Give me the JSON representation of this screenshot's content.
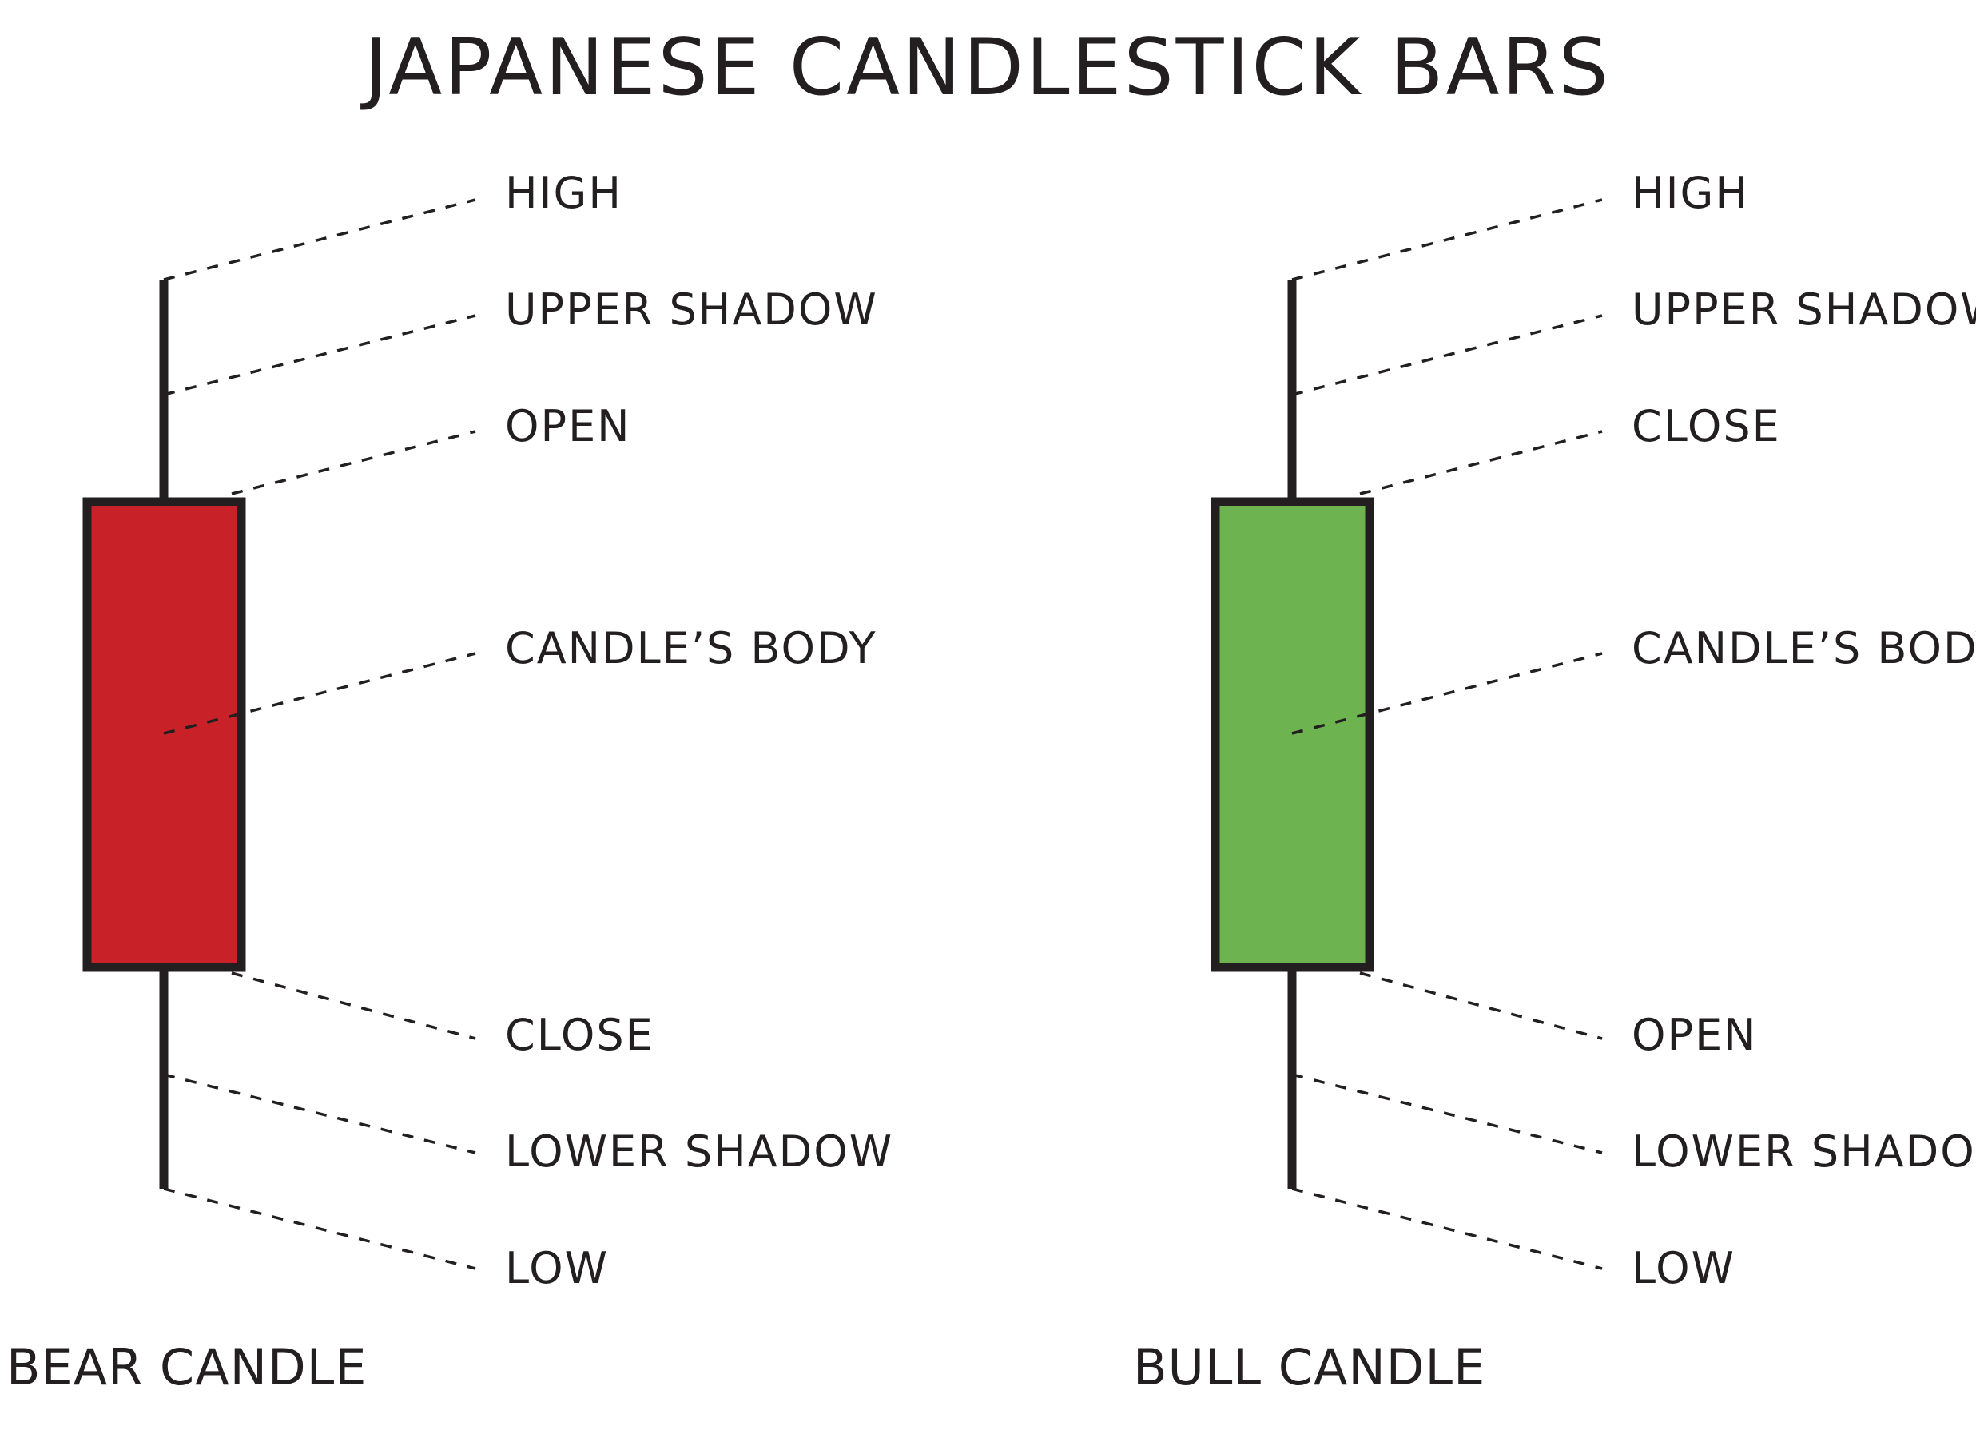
{
  "title": "JAPANESE CANDLESTICK BARS",
  "candles": [
    {
      "caption": "BEAR CANDLE",
      "body_color": "#c92128",
      "labels": {
        "high": "HIGH",
        "upper_shadow": "UPPER SHADOW",
        "body_top": "OPEN",
        "body": "CANDLE’S BODY",
        "body_bottom": "CLOSE",
        "lower_shadow": "LOWER SHADOW",
        "low": "LOW"
      }
    },
    {
      "caption": "BULL CANDLE",
      "body_color": "#6db451",
      "labels": {
        "high": "HIGH",
        "upper_shadow": "UPPER SHADOW",
        "body_top": "CLOSE",
        "body": "CANDLE’S BODY",
        "body_bottom": "OPEN",
        "lower_shadow": "LOWER SHADOW",
        "low": "LOW"
      }
    }
  ],
  "colors": {
    "ink": "#231f20",
    "background": "#ffffff"
  }
}
